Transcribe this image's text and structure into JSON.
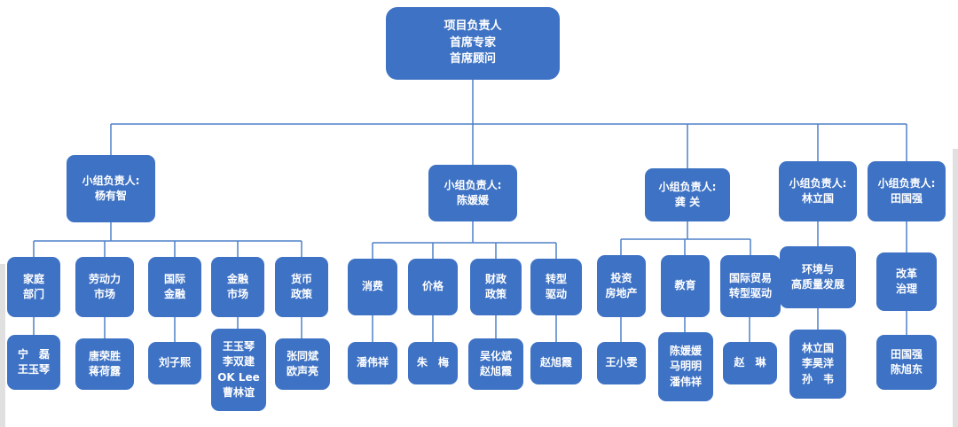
{
  "root_label": "项目负责人\n首席专家\n首席顾问",
  "groups": [
    {
      "leader": "小组负责人:\n杨有智",
      "topics": [
        {
          "name": "家庭\n部门",
          "members": "宁　磊\n王玉琴"
        },
        {
          "name": "劳动力\n市场",
          "members": "唐荣胜\n蒋荷露"
        },
        {
          "name": "国际\n金融",
          "members": "刘子熙"
        },
        {
          "name": "金融\n市场",
          "members": "王玉琴\n李双建\nOK Lee\n曹林谊"
        },
        {
          "name": "货币\n政策",
          "members": "张同斌\n欧声亮"
        }
      ]
    },
    {
      "leader": "小组负责人:\n陈媛媛",
      "topics": [
        {
          "name": "消费",
          "members": "潘伟祥"
        },
        {
          "name": "价格",
          "members": "朱　梅"
        },
        {
          "name": "财政\n政策",
          "members": "吴化斌\n赵旭霞"
        },
        {
          "name": "转型\n驱动",
          "members": "赵旭霞"
        }
      ]
    },
    {
      "leader": "小组负责人:\n龚 关",
      "topics": [
        {
          "name": "投资\n房地产",
          "members": "王小雯"
        },
        {
          "name": "教育",
          "members": "陈媛媛\n马明明\n潘伟祥"
        },
        {
          "name": "国际贸易\n转型驱动",
          "members": "赵　琳"
        }
      ]
    },
    {
      "leader": "小组负责人:\n林立国",
      "topics": [
        {
          "name": "环境与\n高质量发展",
          "members": "林立国\n李昊洋\n孙　韦"
        }
      ]
    },
    {
      "leader": "小组负责人:\n田国强",
      "topics": [
        {
          "name": "改革\n治理",
          "members": "田国强\n陈旭东"
        }
      ]
    }
  ],
  "colors": {
    "node_fill": "#3e72c4",
    "node_text": "#ffffff",
    "connector": "#4f80c8"
  }
}
